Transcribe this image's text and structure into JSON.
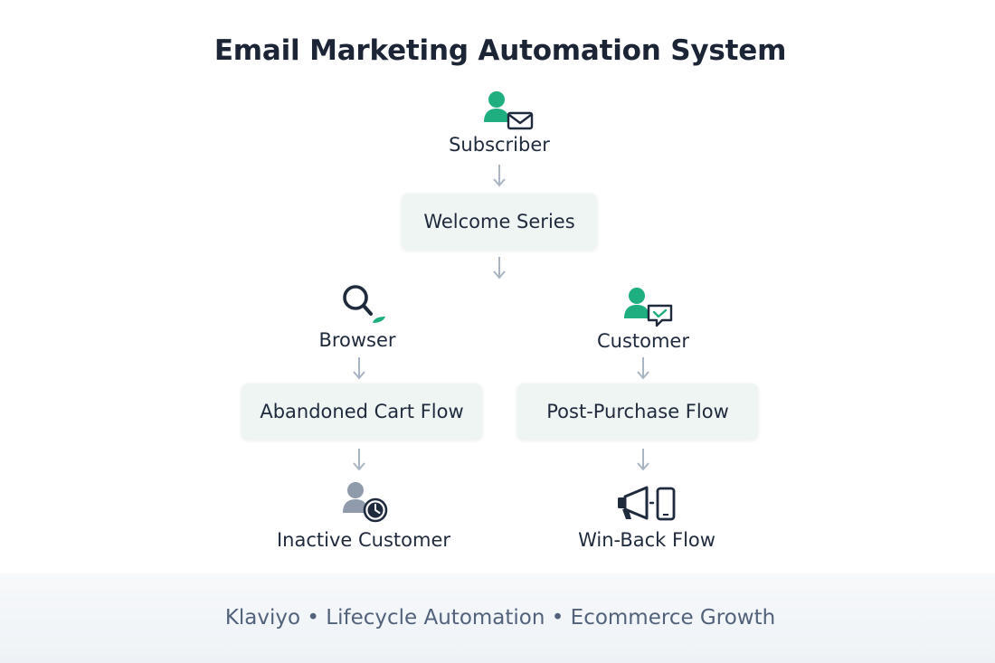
{
  "title": "Email Marketing Automation System",
  "nodes": {
    "subscriber": "Subscriber",
    "welcome_series": "Welcome Series",
    "browser": "Browser",
    "customer": "Customer",
    "abandoned_cart_flow": "Abandoned Cart Flow",
    "post_purchase_flow": "Post-Purchase Flow",
    "inactive_customer": "Inactive Customer",
    "win_back_flow": "Win-Back Flow"
  },
  "footer": {
    "item1": "Klaviyo",
    "separator": "•",
    "item2": "Lifecycle Automation",
    "item3": "Ecommerce Growth"
  },
  "colors": {
    "accent": "#1fae80",
    "navy": "#1f2a3c",
    "arrow": "#a9b5c2",
    "box": "#eef5f3",
    "muted_icon": "#8f9bab"
  },
  "icons": {
    "subscriber": "user-envelope-icon",
    "browser": "magnifier-icon",
    "customer": "user-chat-check-icon",
    "inactive_customer": "user-clock-icon",
    "win_back_flow": "megaphone-phone-icon"
  }
}
